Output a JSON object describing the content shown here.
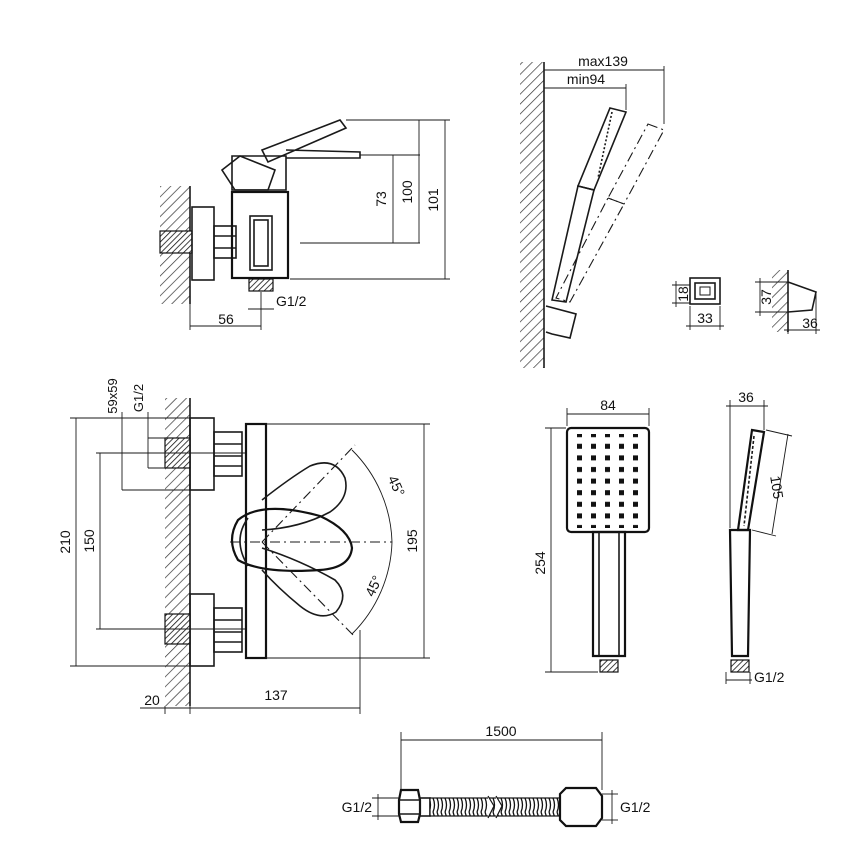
{
  "colors": {
    "line": "#1a1a1a",
    "background": "#ffffff"
  },
  "top_view": {
    "dim_73": "73",
    "dim_100": "100",
    "dim_101": "101",
    "dim_56": "56",
    "thread": "G1/2"
  },
  "arm_view": {
    "max": "max139",
    "min": "min94"
  },
  "holder_view": {
    "h18": "18",
    "w33": "33",
    "h37": "37",
    "w36": "36"
  },
  "front_view": {
    "dim_59x59": "59x59",
    "thread": "G1/2",
    "dim_210": "210",
    "dim_150": "150",
    "dim_195": "195",
    "angle_top": "45°",
    "angle_bottom": "45°",
    "dim_20": "20",
    "dim_137": "137"
  },
  "hand_shower": {
    "width": "84",
    "length": "254",
    "depth": "36",
    "head": "105",
    "thread": "G1/2"
  },
  "hose": {
    "length": "1500",
    "thread_left": "G1/2",
    "thread_right": "G1/2"
  }
}
